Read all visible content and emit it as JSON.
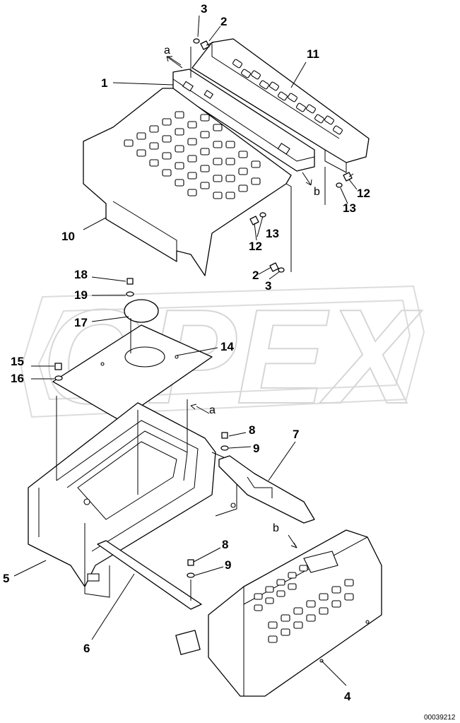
{
  "watermark": {
    "text": "OPEX"
  },
  "document_id": "00039212",
  "callouts": [
    {
      "id": "c1",
      "label": "1"
    },
    {
      "id": "c2a",
      "label": "2"
    },
    {
      "id": "c2b",
      "label": "2"
    },
    {
      "id": "c3a",
      "label": "3"
    },
    {
      "id": "c3b",
      "label": "3"
    },
    {
      "id": "c4",
      "label": "4"
    },
    {
      "id": "c5",
      "label": "5"
    },
    {
      "id": "c6",
      "label": "6"
    },
    {
      "id": "c7",
      "label": "7"
    },
    {
      "id": "c8a",
      "label": "8"
    },
    {
      "id": "c8b",
      "label": "8"
    },
    {
      "id": "c9a",
      "label": "9"
    },
    {
      "id": "c9b",
      "label": "9"
    },
    {
      "id": "c10",
      "label": "10"
    },
    {
      "id": "c11",
      "label": "11"
    },
    {
      "id": "c12a",
      "label": "12"
    },
    {
      "id": "c12b",
      "label": "12"
    },
    {
      "id": "c13a",
      "label": "13"
    },
    {
      "id": "c13b",
      "label": "13"
    },
    {
      "id": "c14",
      "label": "14"
    },
    {
      "id": "c15",
      "label": "15"
    },
    {
      "id": "c16",
      "label": "16"
    },
    {
      "id": "c17",
      "label": "17"
    },
    {
      "id": "c18",
      "label": "18"
    },
    {
      "id": "c19",
      "label": "19"
    }
  ],
  "references": [
    {
      "id": "ra1",
      "label": "a"
    },
    {
      "id": "rb1",
      "label": "b"
    },
    {
      "id": "ra2",
      "label": "a"
    },
    {
      "id": "rb2",
      "label": "b"
    }
  ]
}
